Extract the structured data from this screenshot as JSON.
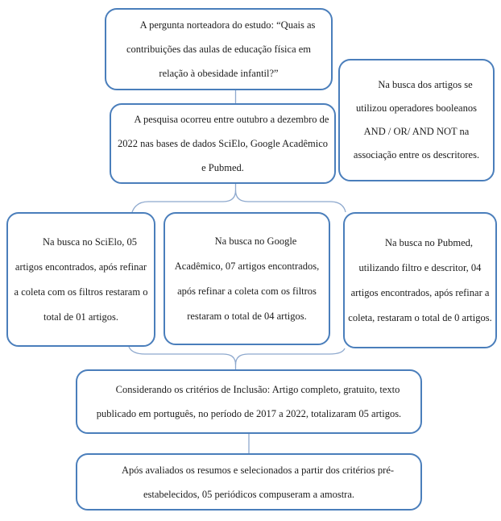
{
  "diagram": {
    "type": "flowchart",
    "language": "pt-BR",
    "colors": {
      "node_border": "#4a7ebb",
      "connector_line": "#8ea9ce",
      "node_background": "#ffffff",
      "text": "#1c1c1c",
      "page_background": "#ffffff"
    },
    "nodes": [
      {
        "id": "question",
        "text": "A pergunta norteadora do estudo: “Quais as contribuições das aulas de educação física em relação à obesidade infantil?”"
      },
      {
        "id": "booleans",
        "text": "Na busca dos artigos se utilizou operadores booleanos AND / OR/ AND NOT na associação entre os descritores."
      },
      {
        "id": "period",
        "text": "A pesquisa ocorreu entre outubro a dezembro de 2022 nas bases de dados SciElo, Google Acadêmico e Pubmed."
      },
      {
        "id": "scielo",
        "text": "Na busca no SciElo, 05 artigos encontrados, após refinar a coleta com os filtros restaram o total de 01 artigos."
      },
      {
        "id": "google",
        "text": "Na busca no Google Acadêmico, 07 artigos encontrados, após refinar a coleta com os filtros restaram o total de 04 artigos."
      },
      {
        "id": "pubmed",
        "text": "Na busca no Pubmed, utilizando filtro e descritor, 04 artigos encontrados, após refinar a coleta, restaram o total de 0 artigos."
      },
      {
        "id": "inclusion",
        "text": "Considerando os critérios de Inclusão: Artigo completo, gratuito, texto publicado em português, no período de 2017 a 2022, totalizaram 05 artigos."
      },
      {
        "id": "sample",
        "text": "Após avaliados os resumos e selecionados a partir dos critérios pré-estabelecidos, 05 periódicos compuseram a amostra."
      }
    ],
    "edges": [
      {
        "from": "question",
        "to": "period"
      },
      {
        "from": "period",
        "to": "scielo"
      },
      {
        "from": "period",
        "to": "google"
      },
      {
        "from": "period",
        "to": "pubmed"
      },
      {
        "from": "scielo",
        "to": "inclusion"
      },
      {
        "from": "google",
        "to": "inclusion"
      },
      {
        "from": "pubmed",
        "to": "inclusion"
      },
      {
        "from": "inclusion",
        "to": "sample"
      }
    ]
  }
}
